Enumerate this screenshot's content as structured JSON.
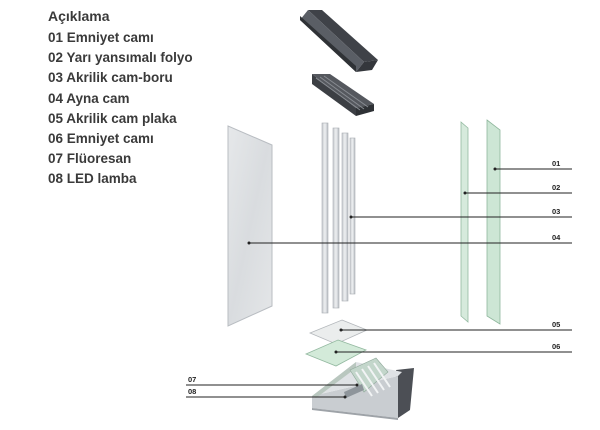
{
  "legend": {
    "title": "Açıklama",
    "items": [
      "01 Emniyet camı",
      "02 Yarı yansımalı folyo",
      "03 Akrilik cam-boru",
      "04 Ayna cam",
      "05 Akrilik cam plaka",
      "06 Emniyet camı",
      "07 Flüoresan",
      "08 LED lamba"
    ]
  },
  "callouts": {
    "c01": "01",
    "c02": "02",
    "c03": "03",
    "c04": "04",
    "c05": "05",
    "c06": "06",
    "c07": "07",
    "c08": "08"
  },
  "colors": {
    "glass_green": "#cfe6d7",
    "glass_edge": "#8fb79d",
    "mirror": "#dde0e4",
    "housing_dark": "#4c4f55",
    "lines": "#222222"
  }
}
